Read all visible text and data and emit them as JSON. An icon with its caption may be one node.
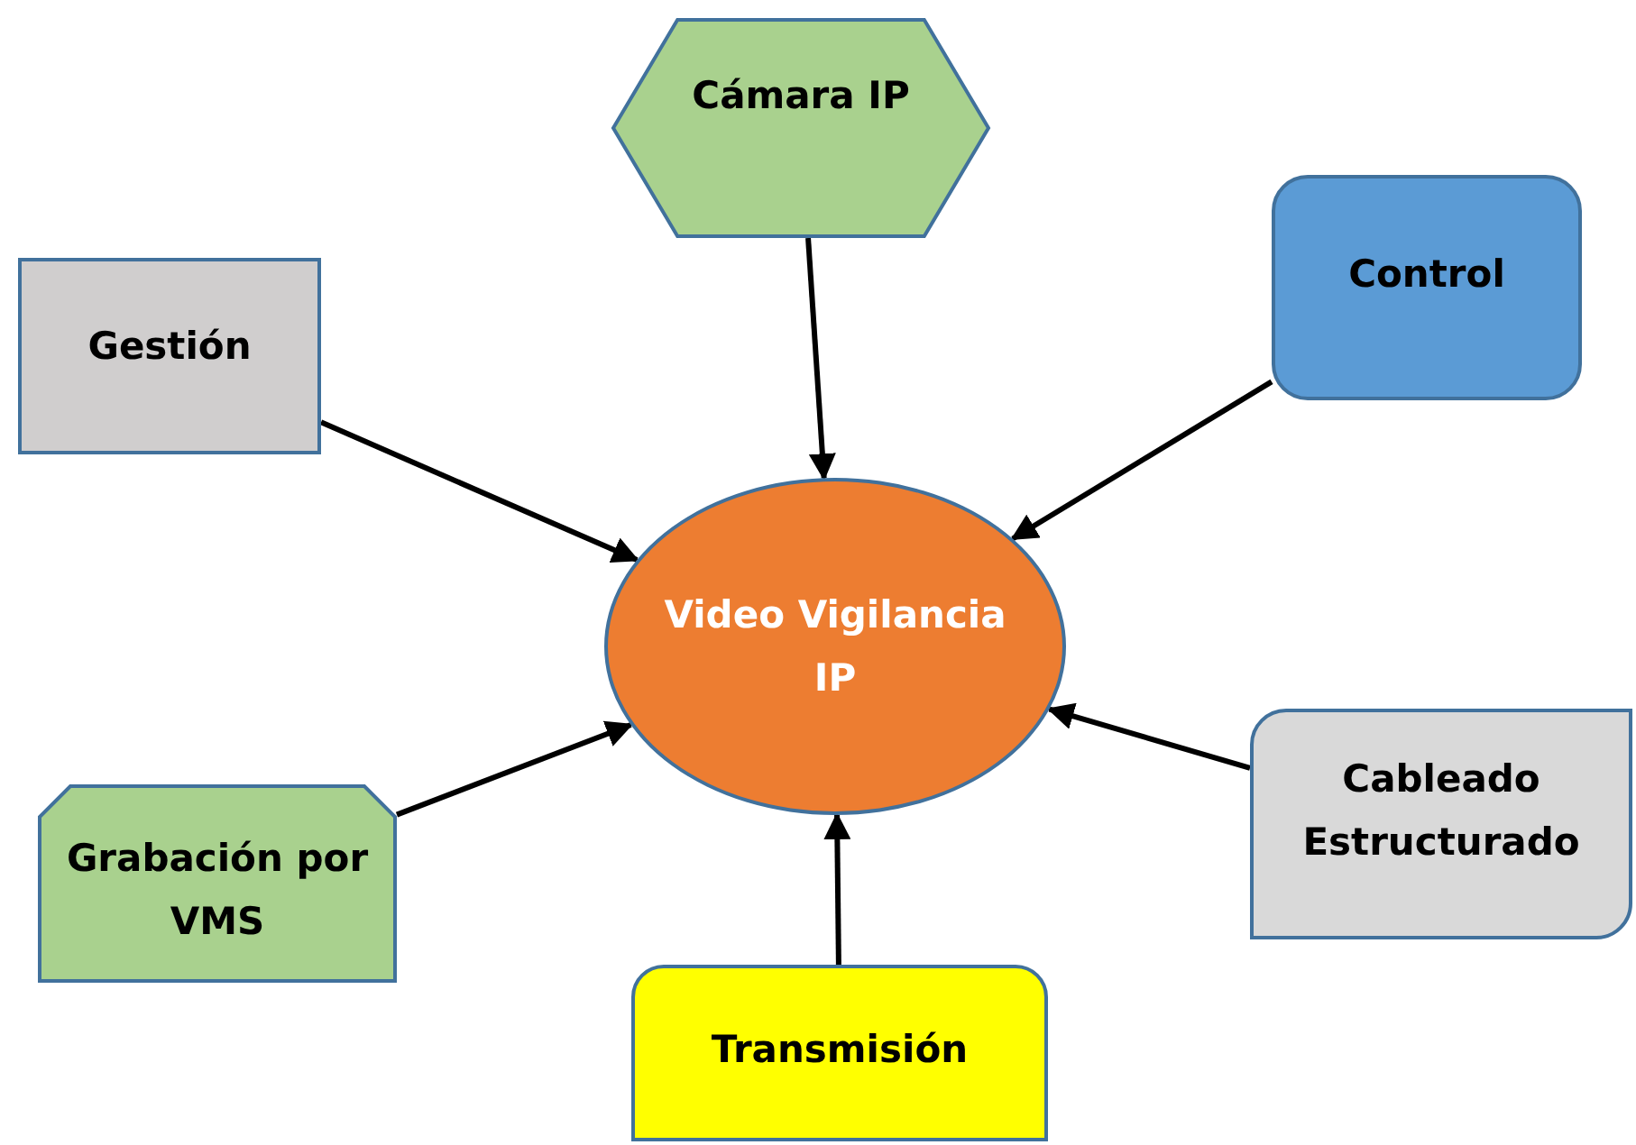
{
  "diagram": {
    "nodes": [
      {
        "text": [
          "Cámara IP"
        ]
      },
      {
        "text": [
          "Control"
        ]
      },
      {
        "text": [
          "Gestión"
        ]
      },
      {
        "text": [
          "Video Vigilancia IP"
        ]
      },
      {
        "text": [
          "Cableado Estructurado"
        ]
      },
      {
        "text": [
          "Grabación por VMS"
        ]
      },
      {
        "text": [
          "Transmisión"
        ]
      }
    ],
    "edges": [
      {
        "from": 0,
        "to": 3,
        "arrow": "to"
      },
      {
        "from": 1,
        "to": 3,
        "arrow": "to"
      },
      {
        "from": 2,
        "to": 3,
        "arrow": "to"
      },
      {
        "from": 4,
        "to": 3,
        "arrow": "to"
      },
      {
        "from": 5,
        "to": 3,
        "arrow": "to"
      },
      {
        "from": 6,
        "to": 3,
        "arrow": "to"
      }
    ]
  }
}
